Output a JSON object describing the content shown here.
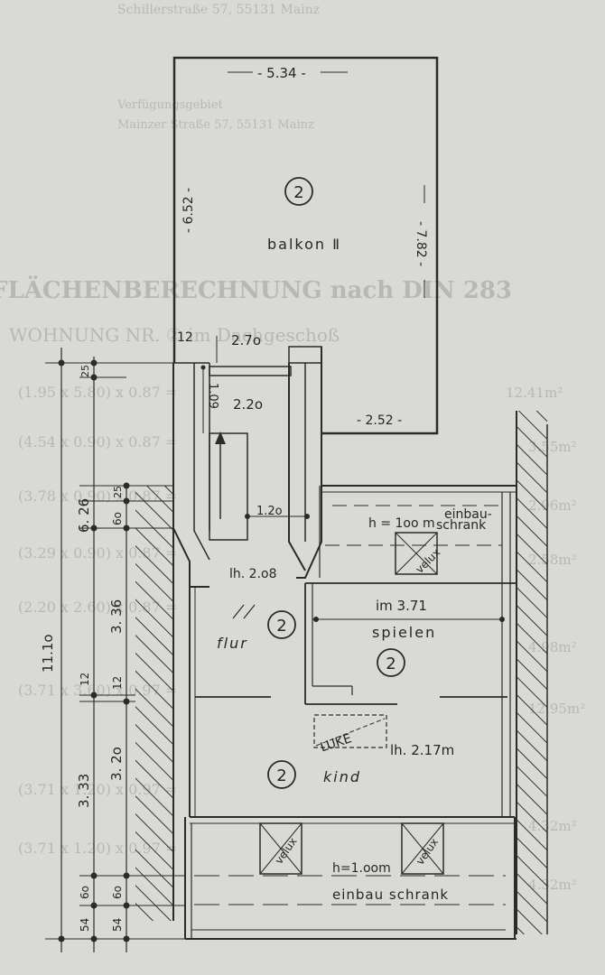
{
  "rooms": {
    "balkon": {
      "number": "2",
      "name": "balkon Ⅱ"
    },
    "flur": {
      "number": "2",
      "name": "flur"
    },
    "spielen": {
      "number": "2",
      "name": "spielen"
    },
    "kind": {
      "number": "2",
      "name": "kind"
    }
  },
  "measurements": {
    "balkon_width": "- 5.34 -",
    "balkon_left": "- 6.52 -",
    "balkon_right": "- 7.82 -",
    "balkon_bottom": "- 2.52 -",
    "stair_top_12": "12",
    "stair_width": "2.7o",
    "stair_inner": "2.2o",
    "stair_side": "1.09",
    "stair_lower": "1.2o",
    "lh_flur": "lh. 2.o8",
    "im_spielen": "im 3.71",
    "lh_kind": "lh. 2.17m",
    "h_top": "h = 1oo m",
    "h_bottom": "h=1.oom"
  },
  "labels": {
    "einbau_top_1": "einbau-",
    "einbau_top_2": "schrank",
    "velux": "velux",
    "luke": "LUKE",
    "einbau_bottom": "einbau schrank"
  },
  "dims_left": {
    "total": "11.1o",
    "d626": "6. 26",
    "d336": "3. 36",
    "d333": "3. 33",
    "d320": "3. 2o",
    "d12a": "12",
    "d12b": "12",
    "d25a": "25",
    "d25b": "25",
    "d60a": "6o",
    "d60b": "6o",
    "d60c": "6o",
    "d54a": "54",
    "d54b": "54"
  },
  "background_text": {
    "line1": "Schillerstraße 57, 55131 Mainz",
    "line2": "Verfügungsgebiet",
    "line3": "Mainzer Straße 57, 55131 Mainz",
    "heading1": "FLÄCHENBERECHNUNG nach DIN 283",
    "heading2": "WOHNUNG NR. ② im Dachgeschoß",
    "r1": "(1.95 x 5.80) x 0.87 =",
    "r2": "(4.54 x 0.90) x 0.87 =",
    "r3": "(3.78 x 0.90) x 0.87 =",
    "r4": "(3.29 x 0.90) x 0.87 =",
    "r5": "(2.20 x 2.60) x 0.87 =",
    "r6": "(3.71 x 3.60) x 0.97 =",
    "r7": "(3.71 x 1.20) x 0.97 =",
    "r8": "(3.71 x 1.20) x 0.97 =",
    "v1": "12.41m²",
    "v2": "3.55m²",
    "v3": "2.96m²",
    "v4": "2.58m²",
    "v5": "4.98m²",
    "v6": "12.95m²",
    "v7": "4.32m²",
    "v8": "4.32m²"
  }
}
